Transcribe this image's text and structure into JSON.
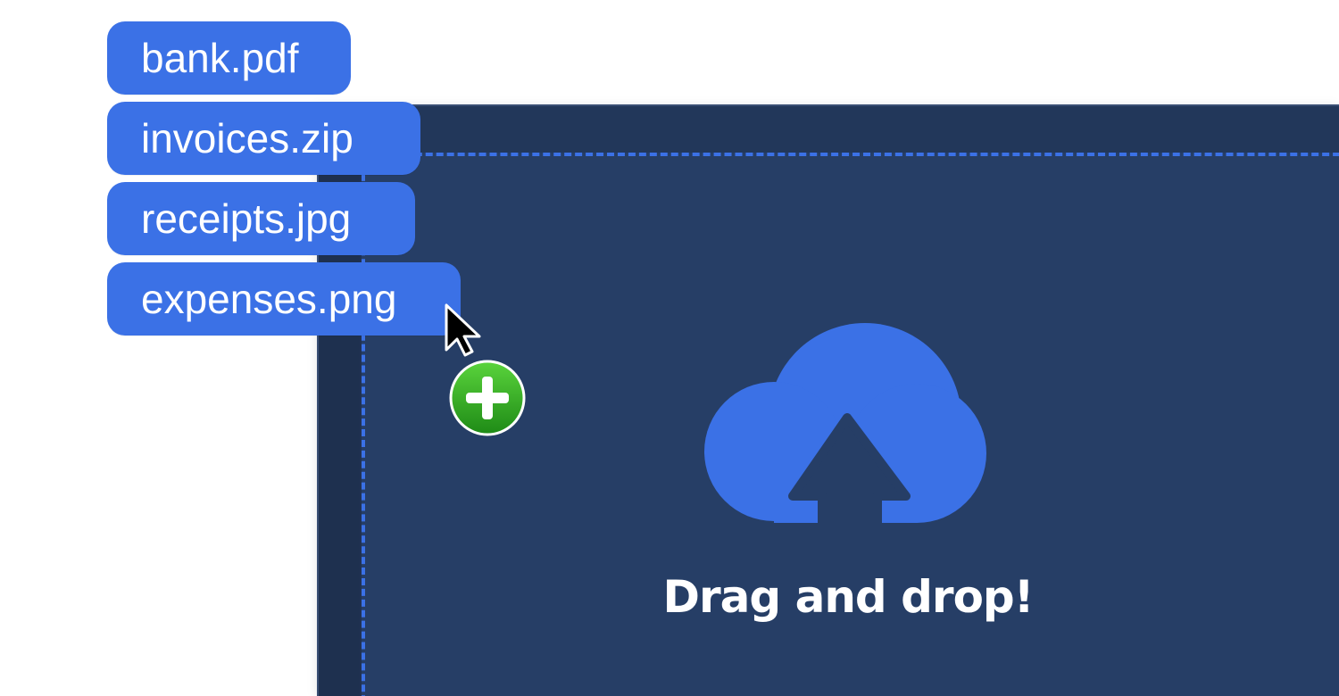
{
  "files": [
    {
      "name": "bank.pdf"
    },
    {
      "name": "invoices.zip"
    },
    {
      "name": "receipts.jpg"
    },
    {
      "name": "expenses.png"
    }
  ],
  "dropzone": {
    "message": "Drag and drop!",
    "icon": "cloud-upload-icon"
  },
  "drag_indicator": {
    "icon": "add-badge-icon",
    "cursor": "cursor-arrow-icon"
  },
  "colors": {
    "accent": "#3b71e6",
    "panel": "#213252",
    "dropzone": "#263e66",
    "add_badge": "#2c9f1f"
  }
}
